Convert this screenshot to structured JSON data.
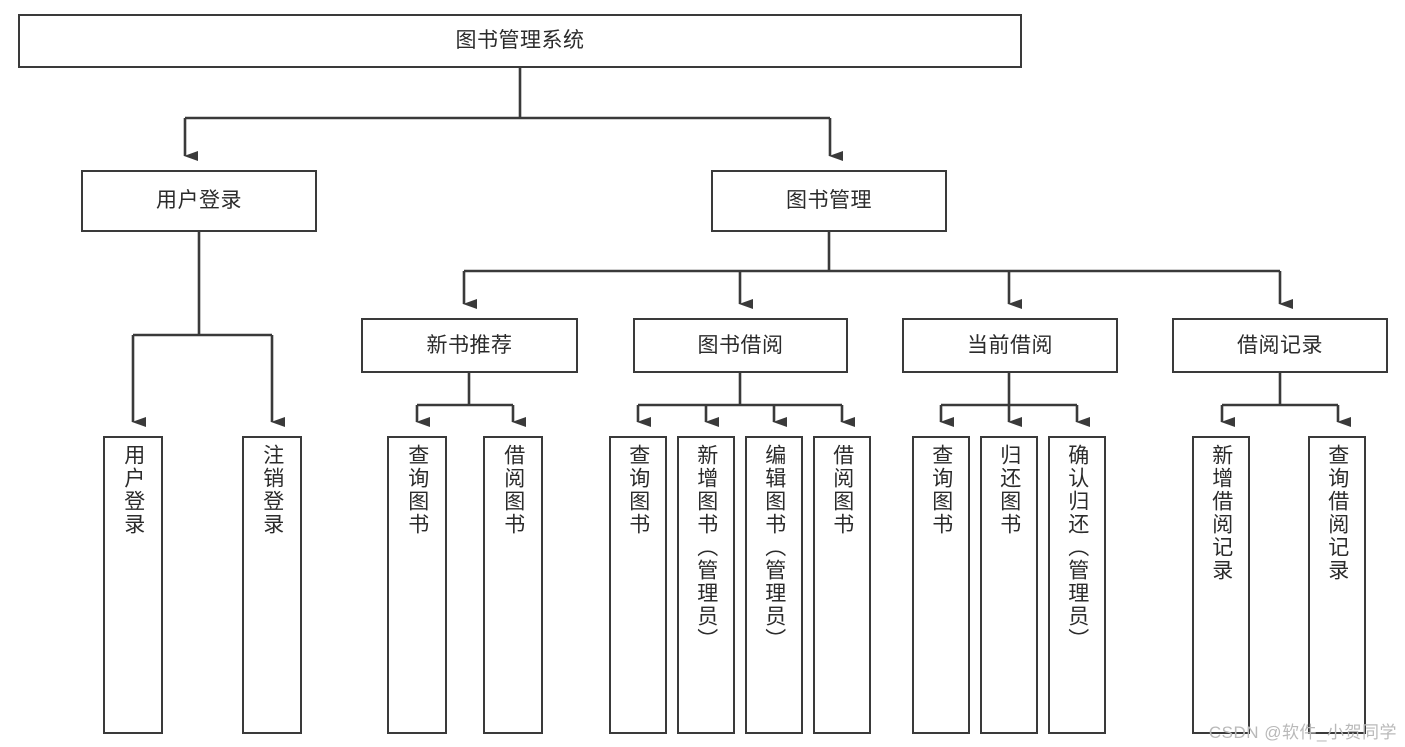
{
  "diagram": {
    "title": "图书管理系统",
    "type": "tree-hierarchy",
    "watermark": "CSDN @软件_小贺同学",
    "colors": {
      "box_border": "#3a3a3a",
      "box_fill": "#ffffff",
      "connector": "#3a3a3a",
      "text": "#2b2b2b",
      "watermark": "#b9b9b9",
      "background": "#ffffff"
    },
    "root": {
      "label": "图书管理系统"
    },
    "level2": [
      {
        "label": "用户登录"
      },
      {
        "label": "图书管理"
      }
    ],
    "level3": [
      {
        "label": "新书推荐"
      },
      {
        "label": "图书借阅"
      },
      {
        "label": "当前借阅"
      },
      {
        "label": "借阅记录"
      }
    ],
    "leaves_user_login": [
      {
        "label": "用户登录"
      },
      {
        "label": "注销登录"
      }
    ],
    "leaves_new_book": [
      {
        "label": "查询图书"
      },
      {
        "label": "借阅图书"
      }
    ],
    "leaves_borrow": [
      {
        "label": "查询图书"
      },
      {
        "label": "新增图书（管理员）"
      },
      {
        "label": "编辑图书（管理员）"
      },
      {
        "label": "借阅图书"
      }
    ],
    "leaves_current": [
      {
        "label": "查询图书"
      },
      {
        "label": "归还图书"
      },
      {
        "label": "确认归还（管理员）"
      }
    ],
    "leaves_records": [
      {
        "label": "新增借阅记录"
      },
      {
        "label": "查询借阅记录"
      }
    ]
  }
}
